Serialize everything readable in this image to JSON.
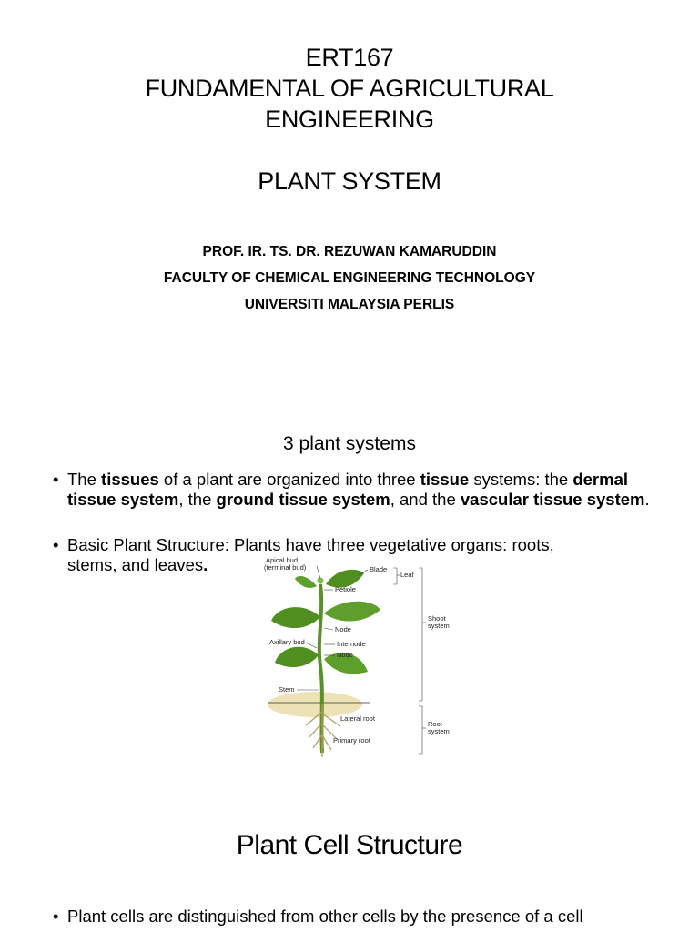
{
  "slide1": {
    "course_code": "ERT167",
    "course_title_line1": "FUNDAMENTAL OF AGRICULTURAL",
    "course_title_line2": "ENGINEERING",
    "topic": "PLANT SYSTEM",
    "author": "PROF. IR. TS. DR. REZUWAN KAMARUDDIN",
    "faculty": "FACULTY OF CHEMICAL ENGINEERING TECHNOLOGY",
    "university": "UNIVERSITI MALAYSIA PERLIS"
  },
  "slide2": {
    "title": "3 plant systems",
    "bullet1": {
      "t1": "The ",
      "b1": "tissues",
      "t2": " of a plant are organized into three ",
      "b2": "tissue",
      "t3": " systems: the ",
      "b3": "dermal tissue system",
      "t4": ", the ",
      "b4": "ground tissue system",
      "t5": ", and the ",
      "b5": "vascular tissue system",
      "t6": "."
    },
    "bullet2": {
      "line1": "Basic Plant Structure: Plants have three vegetative organs: roots,",
      "line2": "stems, and leaves",
      "end": "."
    },
    "diagram": {
      "apical_bud": "Apical bud",
      "terminal_bud": "(terminal bud)",
      "blade": "Blade",
      "leaf": "Leaf",
      "petiole": "Petiole",
      "node_upper": "Node",
      "axillary_bud": "Axillary bud",
      "internode": "Internode",
      "node_lower": "Node",
      "stem": "Stem",
      "shoot": "Shoot",
      "shoot_system": "system",
      "lateral_root": "Lateral root",
      "primary_root": "Primary root",
      "root": "Root",
      "root_system": "system"
    }
  },
  "slide3": {
    "title": "Plant Cell Structure",
    "bullet": "Plant cells are distinguished from other cells by the presence of a cell"
  },
  "colors": {
    "leaf": "#4f8f1f",
    "leaf_light": "#7cbf3a",
    "soil": "#d9c27a"
  }
}
